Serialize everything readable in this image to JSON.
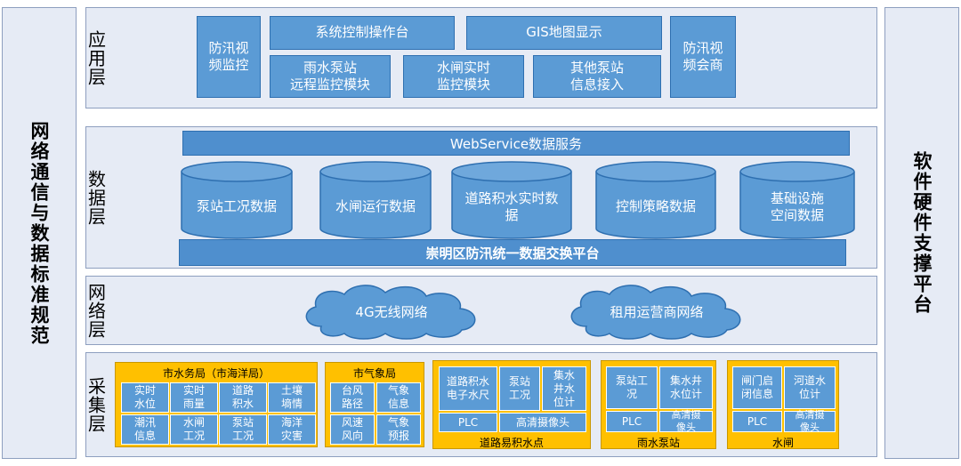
{
  "left_side": "网络通信与数据标准规范",
  "right_side": "软件硬件支撑平台",
  "app_layer": {
    "label": "应用层",
    "items": {
      "flood_video": "防汛视\n频监控",
      "system_console": "系统控制操作台",
      "gis": "GIS地图显示",
      "flood_meeting": "防汛视\n频会商",
      "rain_pump": "雨水泵站\n远程监控模块",
      "gate_monitor": "水闸实时\n监控模块",
      "other_pump": "其他泵站\n信息接入"
    }
  },
  "data_layer": {
    "label": "数据层",
    "webservice": "WebService数据服务",
    "databases": [
      "泵站工况数据",
      "水闸运行数据",
      "道路积水实时数\n据",
      "控制策略数据",
      "基础设施\n空间数据"
    ],
    "exchange": "崇明区防汛统一数据交换平台"
  },
  "network_layer": {
    "label": "网络层",
    "clouds": [
      "4G无线网络",
      "租用运营商网络"
    ]
  },
  "collect_layer": {
    "label": "采集层",
    "water_bureau": {
      "title": "市水务局（市海洋局）",
      "cells": [
        "实时\n水位",
        "实时\n雨量",
        "道路\n积水",
        "土壤\n墒情",
        "潮汛\n信息",
        "水闸\n工况",
        "泵站\n工况",
        "海洋\n灾害"
      ]
    },
    "weather_bureau": {
      "title": "市气象局",
      "cells": [
        "台风\n路径",
        "气象\n信息",
        "风速\n风向",
        "气象\n预报"
      ]
    },
    "road_water": {
      "title": "道路易积水点",
      "cells": [
        "道路积水\n电子水尺",
        "泵站\n工况",
        "集水\n井水\n位计"
      ],
      "plc": "PLC",
      "camera": "高清摄像头"
    },
    "rain_pump": {
      "title": "雨水泵站",
      "cells": [
        "泵站工\n况",
        "集水井\n水位计"
      ],
      "plc": "PLC",
      "camera": "高清摄\n像头"
    },
    "sluice": {
      "title": "水闸",
      "cells": [
        "闸门启\n闭信息",
        "河道水\n位计"
      ],
      "plc": "PLC",
      "camera": "高清摄\n像头"
    }
  },
  "colors": {
    "layer_bg": "#e6ebf5",
    "box_blue": "#5b9bd5",
    "org_yellow": "#ffc000"
  }
}
